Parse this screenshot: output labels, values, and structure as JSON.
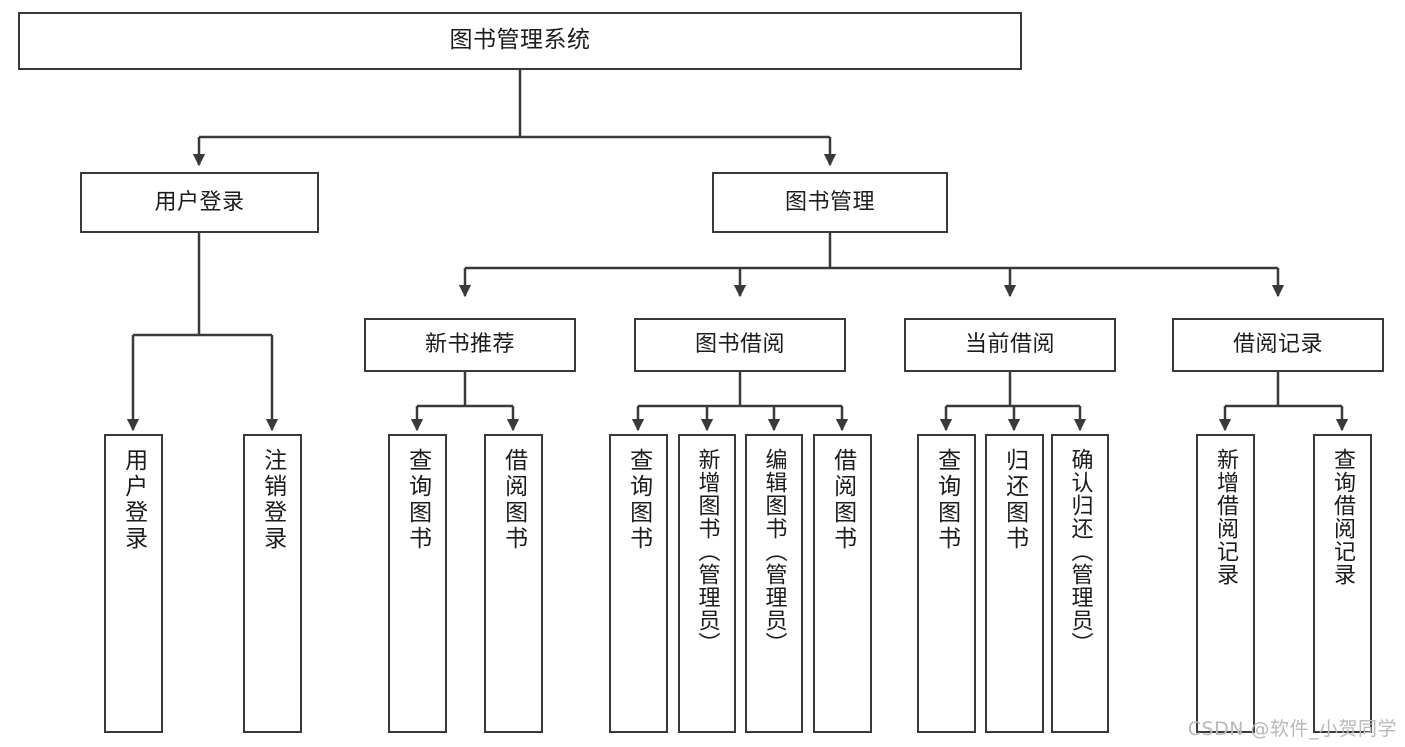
{
  "diagram": {
    "type": "tree-hierarchy-chart",
    "title": "图书管理系统",
    "stroke_color": "#3a3a3a",
    "text_color": "#1c1c1c",
    "background_color": "#ffffff",
    "root": {
      "label": "图书管理系统"
    },
    "level1": [
      {
        "label": "用户登录"
      },
      {
        "label": "图书管理"
      }
    ],
    "level2": [
      {
        "label": "新书推荐"
      },
      {
        "label": "图书借阅"
      },
      {
        "label": "当前借阅"
      },
      {
        "label": "借阅记录"
      }
    ],
    "leaves": {
      "user_login": [
        {
          "label": "用户登录"
        },
        {
          "label": "注销登录"
        }
      ],
      "new_book_recommend": [
        {
          "label": "查询图书"
        },
        {
          "label": "借阅图书"
        }
      ],
      "book_borrow": [
        {
          "label": "查询图书"
        },
        {
          "label": "新增图书（管理员）"
        },
        {
          "label": "编辑图书（管理员）"
        },
        {
          "label": "借阅图书"
        }
      ],
      "current_borrow": [
        {
          "label": "查询图书"
        },
        {
          "label": "归还图书"
        },
        {
          "label": "确认归还（管理员）"
        }
      ],
      "borrow_record": [
        {
          "label": "新增借阅记录"
        },
        {
          "label": "查询借阅记录"
        }
      ]
    }
  },
  "watermark": {
    "text": "CSDN @软件_小贺同学"
  }
}
